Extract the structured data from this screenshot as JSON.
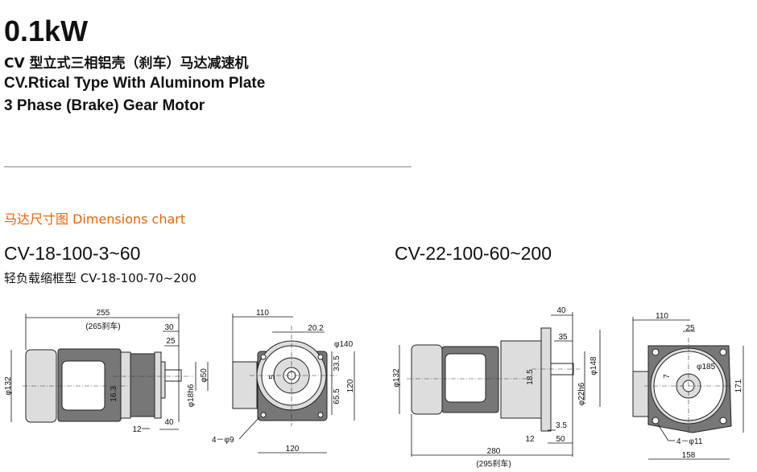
{
  "header": {
    "power": "0.1kW",
    "title_cn": "CV 型立式三相铝壳（刹车）马达减速机",
    "title_en_1": "CV.Rtical Type With Aluminom Plate",
    "title_en_2": "3 Phase (Brake) Gear Motor"
  },
  "section_title": "马达尺寸图 Dimensions chart",
  "models": {
    "left": {
      "name": "CV-18-100-3~60",
      "subtitle": "轻负载缩框型 CV-18-100-70~200",
      "dims": {
        "length": "255",
        "length_brake": "(265刹车)",
        "d30": "30",
        "d25": "25",
        "dia132": "φ132",
        "d16_3": "16.3",
        "dia50": "φ50",
        "dia18h6": "φ18h6",
        "d40": "40",
        "d12": "12",
        "side_110": "110",
        "side_20_2": "20.2",
        "side_dia140": "φ140",
        "side_33_5": "33.5",
        "side_65_5": "65.5",
        "side_120v": "120",
        "side_holes": "4－φ9",
        "side_120h": "120",
        "side_5": "5"
      }
    },
    "right": {
      "name": "CV-22-100-60~200",
      "dims": {
        "d40": "40",
        "d35": "35",
        "dia132": "φ132",
        "d18_5": "18.5",
        "dia148": "φ148",
        "dia22h6": "φ22h6",
        "d3_5": "3.5",
        "d12": "12",
        "d50": "50",
        "length": "280",
        "length_brake": "(295刹车)",
        "side_110": "110",
        "side_25": "25",
        "side_dia185": "φ185",
        "side_7": "7",
        "side_171": "171",
        "side_holes": "4－φ11",
        "side_158": "158"
      }
    }
  }
}
